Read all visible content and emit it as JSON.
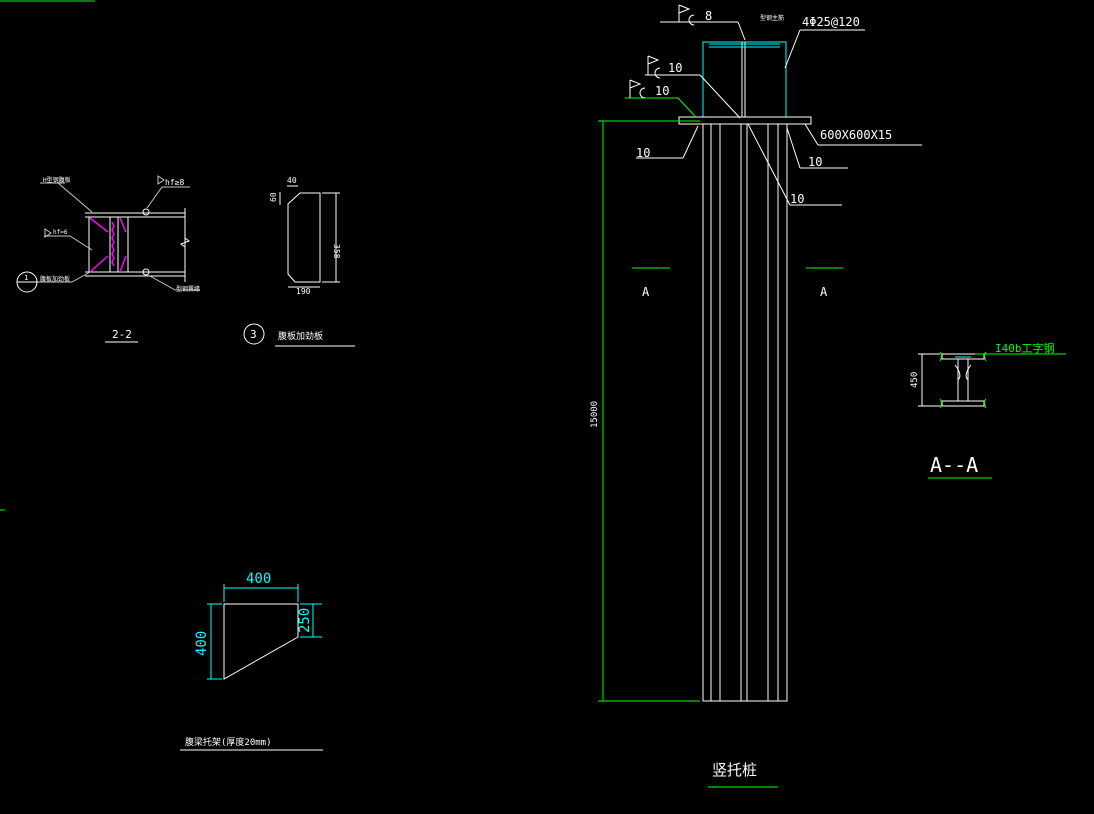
{
  "section_2_2": {
    "label": "2-2",
    "note_h_steel": "H型钢腹板",
    "note_weld_top": "hf≥8",
    "note_weld_left": "hf=6",
    "note_stiffener": "腹板加劲板",
    "note_bottom": "型钢翼缘",
    "callout": "1"
  },
  "stiffener_plate": {
    "callout_number": "3",
    "title": "腹板加劲板",
    "dim_top": "40",
    "dim_chamfer": "60",
    "dim_height": "358",
    "dim_bottom": "190"
  },
  "bracket_plate": {
    "dim_top": "400",
    "dim_left": "400",
    "dim_right": "250",
    "title": "腹梁托架(厚度20mm)"
  },
  "pile": {
    "weld_top": "8",
    "weld_mid_1": "10",
    "weld_mid_2": "10",
    "note_cap": "型钢主筋",
    "rebar_label": "4Φ25@120",
    "plate_label": "600X600X15",
    "weld_left": "10",
    "weld_right_1": "10",
    "weld_right_2": "10",
    "section_left": "A",
    "section_right": "A",
    "length_dim": "15000",
    "title": "竖托桩"
  },
  "section_a_a": {
    "member_label": "I40b工字钢",
    "dim": "450",
    "title": "A--A"
  }
}
